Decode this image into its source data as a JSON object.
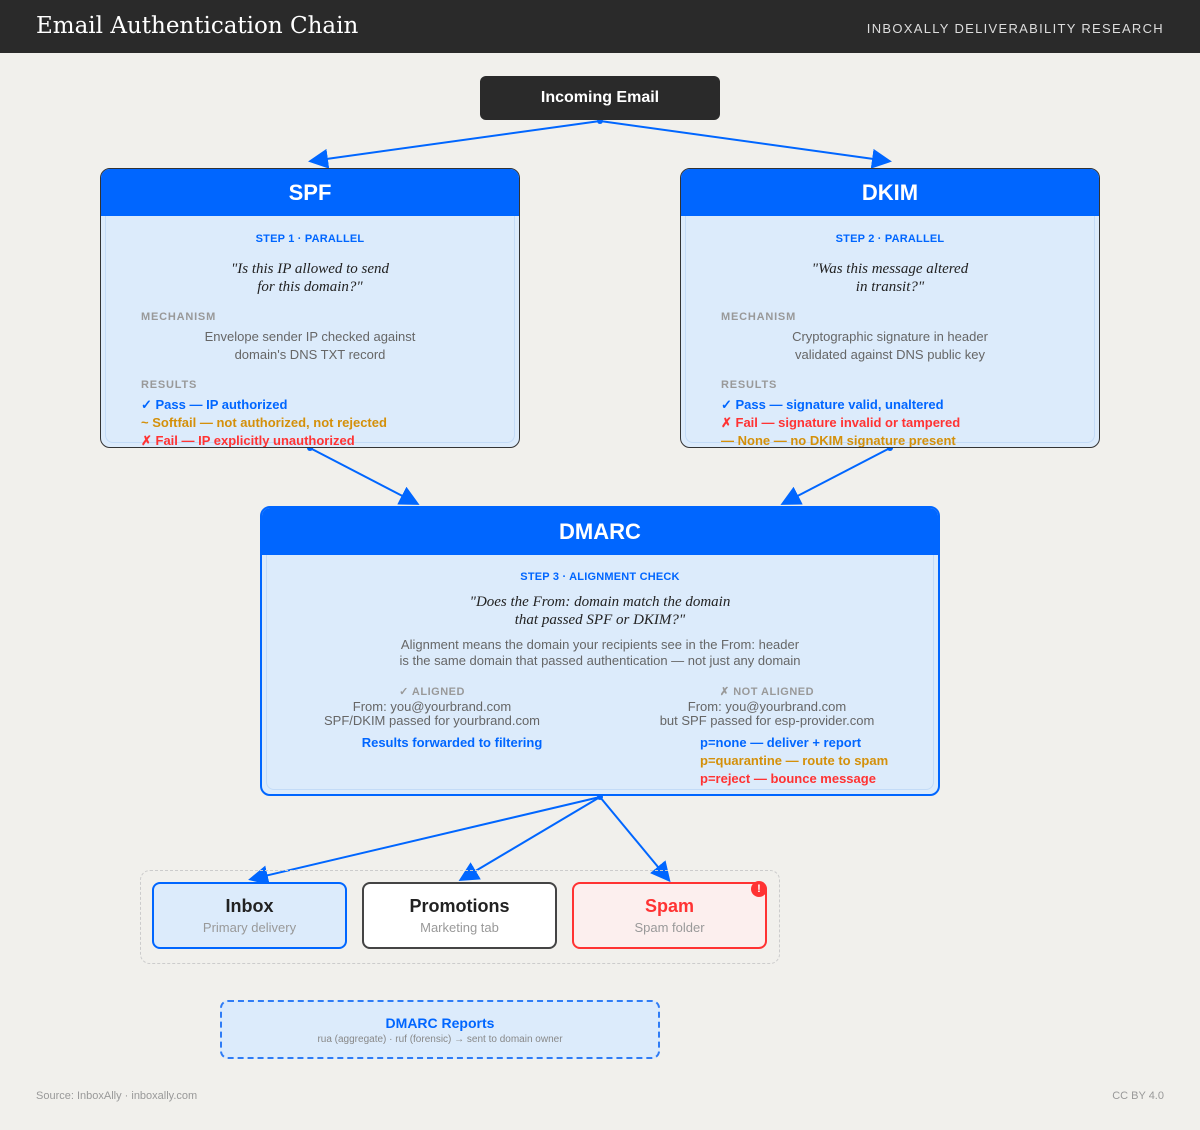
{
  "header": {
    "title": "Email Authentication Chain",
    "brand": "INBOXALLY DELIVERABILITY RESEARCH"
  },
  "incoming": "Incoming Email",
  "spf": {
    "title": "SPF",
    "step": "STEP 1 · PARALLEL",
    "question": [
      "\"Is this IP allowed to send",
      "for this domain?\""
    ],
    "mechanism_label": "MECHANISM",
    "mechanism": [
      "Envelope sender IP checked against",
      "domain's DNS TXT record"
    ],
    "results_label": "RESULTS",
    "results": [
      "✓ Pass — IP authorized",
      "~ Softfail — not authorized, not rejected",
      "✗ Fail — IP explicitly unauthorized"
    ]
  },
  "dkim": {
    "title": "DKIM",
    "step": "STEP 2 · PARALLEL",
    "question": [
      "\"Was this message altered",
      "in transit?\""
    ],
    "mechanism_label": "MECHANISM",
    "mechanism": [
      "Cryptographic signature in header",
      "validated against DNS public key"
    ],
    "results_label": "RESULTS",
    "results": [
      "✓ Pass — signature valid, unaltered",
      "✗ Fail — signature invalid or tampered",
      "— None — no DKIM signature present"
    ]
  },
  "dmarc": {
    "title": "DMARC",
    "step": "STEP 3 · ALIGNMENT CHECK",
    "question": [
      "\"Does the From: domain match the domain",
      "that passed SPF or DKIM?\""
    ],
    "explain": [
      "Alignment means the domain your recipients see in the From: header",
      "is the same domain that passed authentication — not just any domain"
    ],
    "aligned": {
      "label": "✓ ALIGNED",
      "lines": [
        "From: you@yourbrand.com",
        "SPF/DKIM passed for yourbrand.com"
      ],
      "outcome": "Results forwarded to filtering"
    },
    "not_aligned": {
      "label": "✗ NOT ALIGNED",
      "lines": [
        "From: you@yourbrand.com",
        "but SPF passed for esp-provider.com"
      ],
      "policies": [
        "p=none — deliver + report",
        "p=quarantine — route to spam",
        "p=reject — bounce message"
      ]
    }
  },
  "destinations": [
    {
      "name": "Inbox",
      "sub": "Primary delivery"
    },
    {
      "name": "Promotions",
      "sub": "Marketing tab"
    },
    {
      "name": "Spam",
      "sub": "Spam folder",
      "badge": "!"
    }
  ],
  "reports": {
    "title": "DMARC Reports",
    "sub": "rua (aggregate) · ruf (forensic) → sent to domain owner"
  },
  "footer": {
    "source": "Source: InboxAlly · inboxally.com",
    "license": "CC BY 4.0"
  },
  "colors": {
    "accent": "#0066ff",
    "warning": "#d4900a",
    "danger": "#ff3333",
    "dark": "#2a2a2a"
  }
}
